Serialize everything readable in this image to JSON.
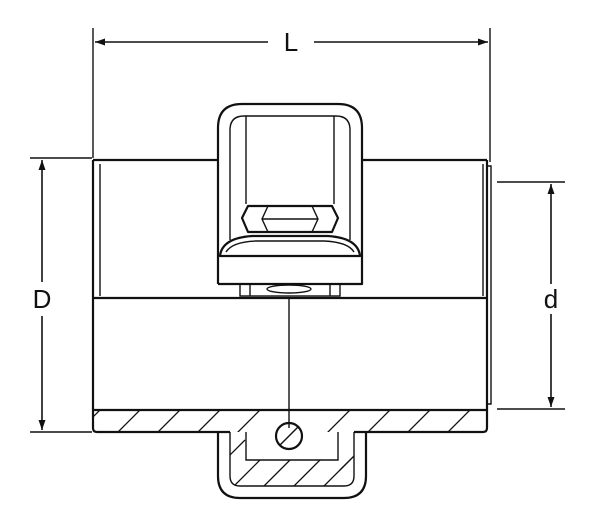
{
  "labels": {
    "length": "L",
    "outer_diameter": "D",
    "inner_diameter": "d"
  },
  "colors": {
    "line": "#111111",
    "background": "#ffffff"
  }
}
